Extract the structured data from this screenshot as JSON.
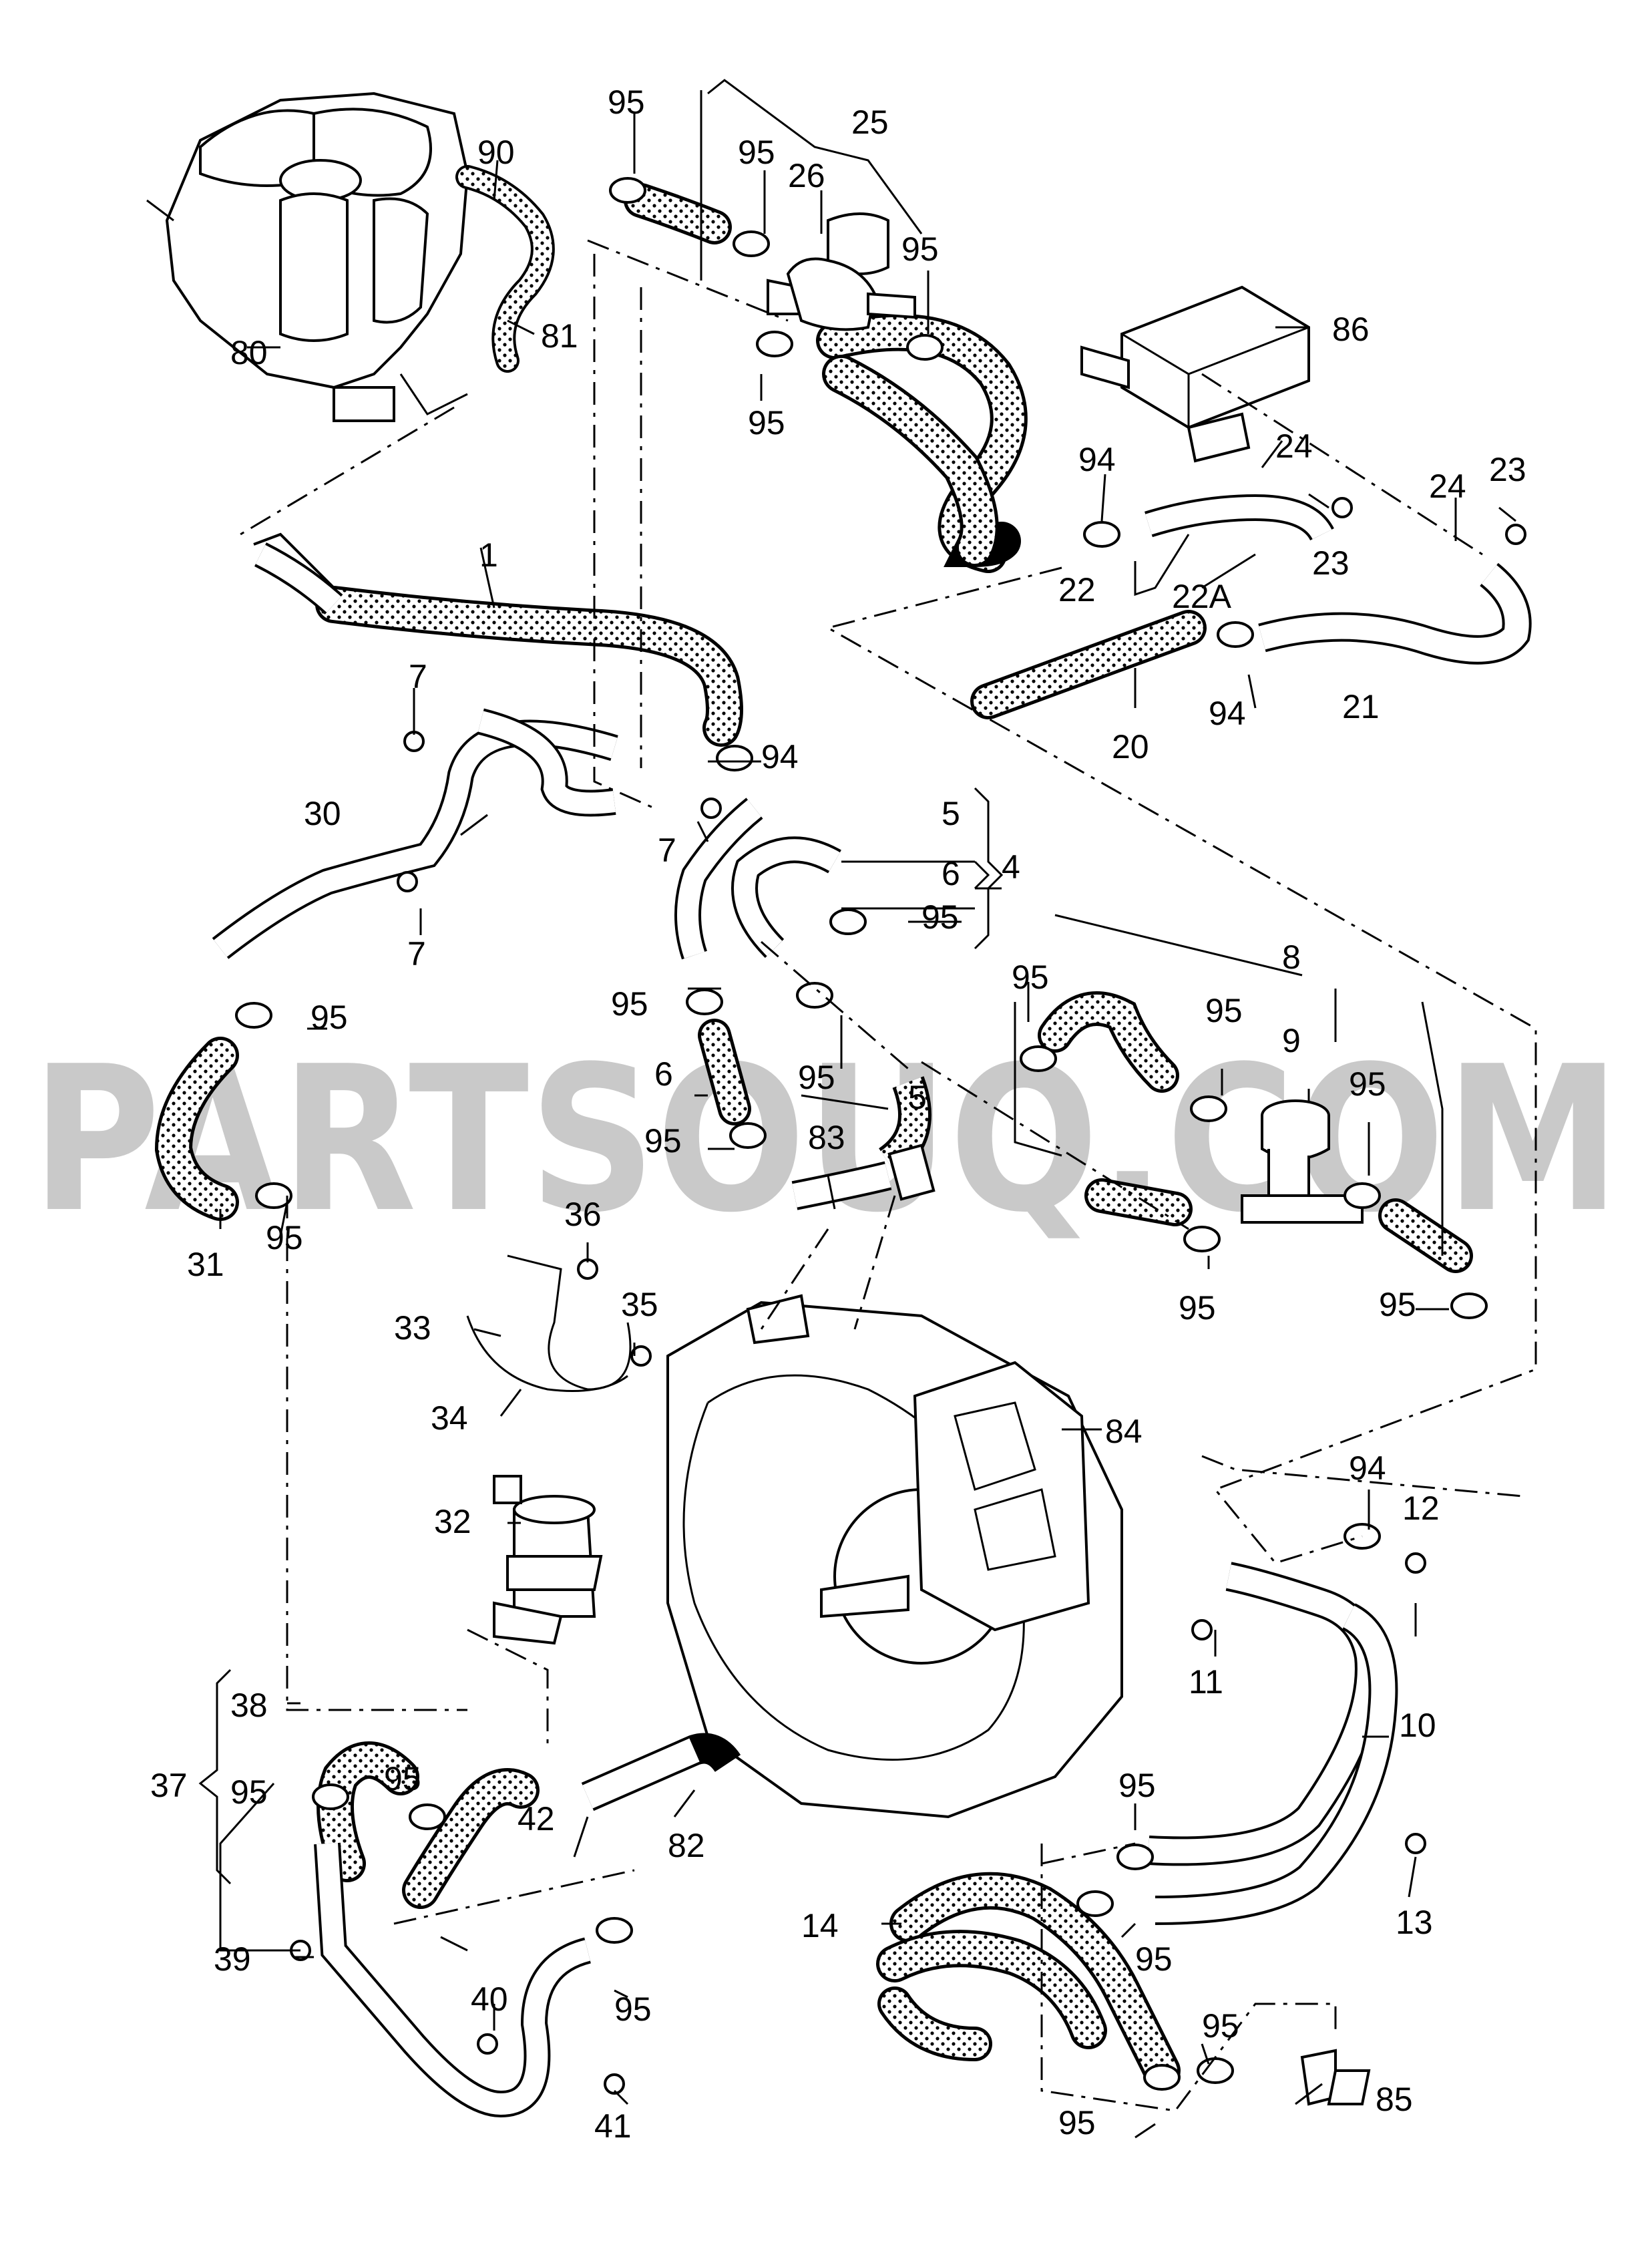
{
  "watermark": "PARTSOUQ.COM",
  "callouts": [
    {
      "id": "c80",
      "text": "80"
    },
    {
      "id": "c81",
      "text": "81"
    },
    {
      "id": "c90",
      "text": "90"
    },
    {
      "id": "c1",
      "text": "1"
    },
    {
      "id": "c95a",
      "text": "95"
    },
    {
      "id": "c25",
      "text": "25"
    },
    {
      "id": "c95b",
      "text": "95"
    },
    {
      "id": "c26",
      "text": "26"
    },
    {
      "id": "c95c",
      "text": "95"
    },
    {
      "id": "c95d",
      "text": "95"
    },
    {
      "id": "c86",
      "text": "86"
    },
    {
      "id": "c94a",
      "text": "94"
    },
    {
      "id": "c24a",
      "text": "24"
    },
    {
      "id": "c24b",
      "text": "24"
    },
    {
      "id": "c23a",
      "text": "23"
    },
    {
      "id": "c23b",
      "text": "23"
    },
    {
      "id": "c22",
      "text": "22"
    },
    {
      "id": "c22A",
      "text": "22A"
    },
    {
      "id": "c21",
      "text": "21"
    },
    {
      "id": "c20",
      "text": "20"
    },
    {
      "id": "c94b",
      "text": "94"
    },
    {
      "id": "c7a",
      "text": "7"
    },
    {
      "id": "c30",
      "text": "30"
    },
    {
      "id": "c94c",
      "text": "94"
    },
    {
      "id": "c7b",
      "text": "7"
    },
    {
      "id": "c5a",
      "text": "5"
    },
    {
      "id": "c6a",
      "text": "6"
    },
    {
      "id": "c4",
      "text": "4"
    },
    {
      "id": "c95e",
      "text": "95"
    },
    {
      "id": "c7c",
      "text": "7"
    },
    {
      "id": "c95f",
      "text": "95"
    },
    {
      "id": "c8",
      "text": "8"
    },
    {
      "id": "c95g",
      "text": "95"
    },
    {
      "id": "c95h",
      "text": "95"
    },
    {
      "id": "c9",
      "text": "9"
    },
    {
      "id": "c95i",
      "text": "95"
    },
    {
      "id": "c95j",
      "text": "95"
    },
    {
      "id": "c6b",
      "text": "6"
    },
    {
      "id": "c5b",
      "text": "5"
    },
    {
      "id": "c95k",
      "text": "95"
    },
    {
      "id": "c95l",
      "text": "95"
    },
    {
      "id": "c83",
      "text": "83"
    },
    {
      "id": "c95m",
      "text": "95"
    },
    {
      "id": "c95n",
      "text": "95"
    },
    {
      "id": "c95o",
      "text": "95"
    },
    {
      "id": "c31",
      "text": "31"
    },
    {
      "id": "c36",
      "text": "36"
    },
    {
      "id": "c35",
      "text": "35"
    },
    {
      "id": "c33",
      "text": "33"
    },
    {
      "id": "c34",
      "text": "34"
    },
    {
      "id": "c84",
      "text": "84"
    },
    {
      "id": "c32",
      "text": "32"
    },
    {
      "id": "c94d",
      "text": "94"
    },
    {
      "id": "c12",
      "text": "12"
    },
    {
      "id": "c11",
      "text": "11"
    },
    {
      "id": "c10",
      "text": "10"
    },
    {
      "id": "c38",
      "text": "38"
    },
    {
      "id": "c37",
      "text": "37"
    },
    {
      "id": "c95p",
      "text": "95"
    },
    {
      "id": "c95q",
      "text": "95"
    },
    {
      "id": "c42",
      "text": "42"
    },
    {
      "id": "c82",
      "text": "82"
    },
    {
      "id": "c95r",
      "text": "95"
    },
    {
      "id": "c13",
      "text": "13"
    },
    {
      "id": "c14",
      "text": "14"
    },
    {
      "id": "c95s",
      "text": "95"
    },
    {
      "id": "c39",
      "text": "39"
    },
    {
      "id": "c95t",
      "text": "95"
    },
    {
      "id": "c40",
      "text": "40"
    },
    {
      "id": "c41",
      "text": "41"
    },
    {
      "id": "c95u",
      "text": "95"
    },
    {
      "id": "c95v",
      "text": "95"
    },
    {
      "id": "c85",
      "text": "85"
    }
  ]
}
